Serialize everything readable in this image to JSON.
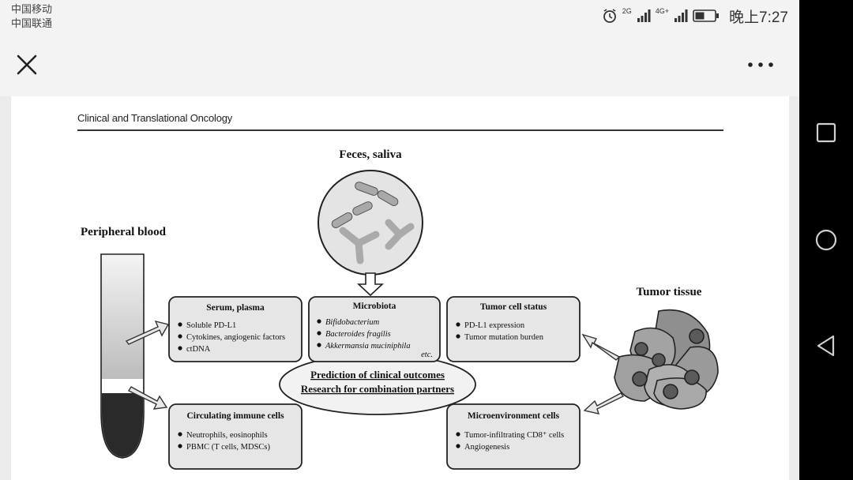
{
  "status_bar": {
    "carrier_1": "中国移动",
    "carrier_2": "中国联通",
    "network_1": "2G",
    "network_2": "4G+",
    "time": "晚上7:27"
  },
  "app_bar": {
    "close_icon": "close-icon",
    "more_icon": "more-icon"
  },
  "article": {
    "journal": "Clinical and Translational Oncology"
  },
  "figure": {
    "feces_label": "Feces, saliva",
    "blood_label": "Peripheral blood",
    "tumor_label": "Tumor tissue",
    "boxes": {
      "serum": {
        "title": "Serum, plasma",
        "items": [
          "Soluble PD-L1",
          "Cytokines, angiogenic factors",
          "ctDNA"
        ]
      },
      "microbiota": {
        "title": "Microbiota",
        "items": [
          "Bifidobacterium",
          "Bacteroides fragilis",
          "Akkermansia muciniphila"
        ],
        "etc": "etc."
      },
      "tumor_status": {
        "title": "Tumor cell status",
        "items": [
          "PD-L1 expression",
          "Tumor mutation burden"
        ]
      },
      "immune": {
        "title": "Circulating immune cells",
        "items": [
          "Neutrophils, eosinophils",
          "PBMC (T cells, MDSCs)"
        ]
      },
      "microenv": {
        "title": "Microenvironment cells",
        "items": [
          "Tumor-infiltrating CD8⁺ cells",
          "Angiogenesis"
        ]
      }
    },
    "center_line_1": "Prediction of clinical outcomes",
    "center_line_2": "Research for combination partners"
  },
  "nav_bar": {
    "recents_icon": "square-icon",
    "home_icon": "circle-icon",
    "back_icon": "triangle-back-icon"
  },
  "colors": {
    "box_fill": "#e6e6e6",
    "stroke": "#222222",
    "cell_fill": "#9a9a9a",
    "nucleus_fill": "#5f5f5f"
  }
}
